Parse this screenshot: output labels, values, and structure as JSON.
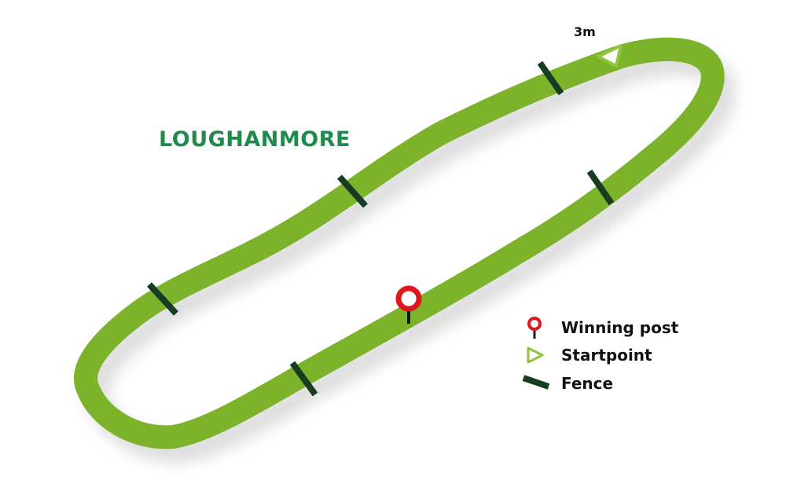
{
  "course": {
    "name": "LOUGHANMORE",
    "start_distance": "3m"
  },
  "legend": {
    "winning_post": "Winning post",
    "startpoint": "Startpoint",
    "fence": "Fence"
  },
  "colors": {
    "track": "#7db32b",
    "track_shadow": "#d6d6d6",
    "title": "#1f8a4c",
    "fence": "#163d22",
    "winning_post": "#e0161e",
    "start_marker": "#8cc63f"
  },
  "icons": {
    "winning_post": "winning-post-icon",
    "startpoint": "startpoint-icon",
    "fence": "fence-icon"
  }
}
